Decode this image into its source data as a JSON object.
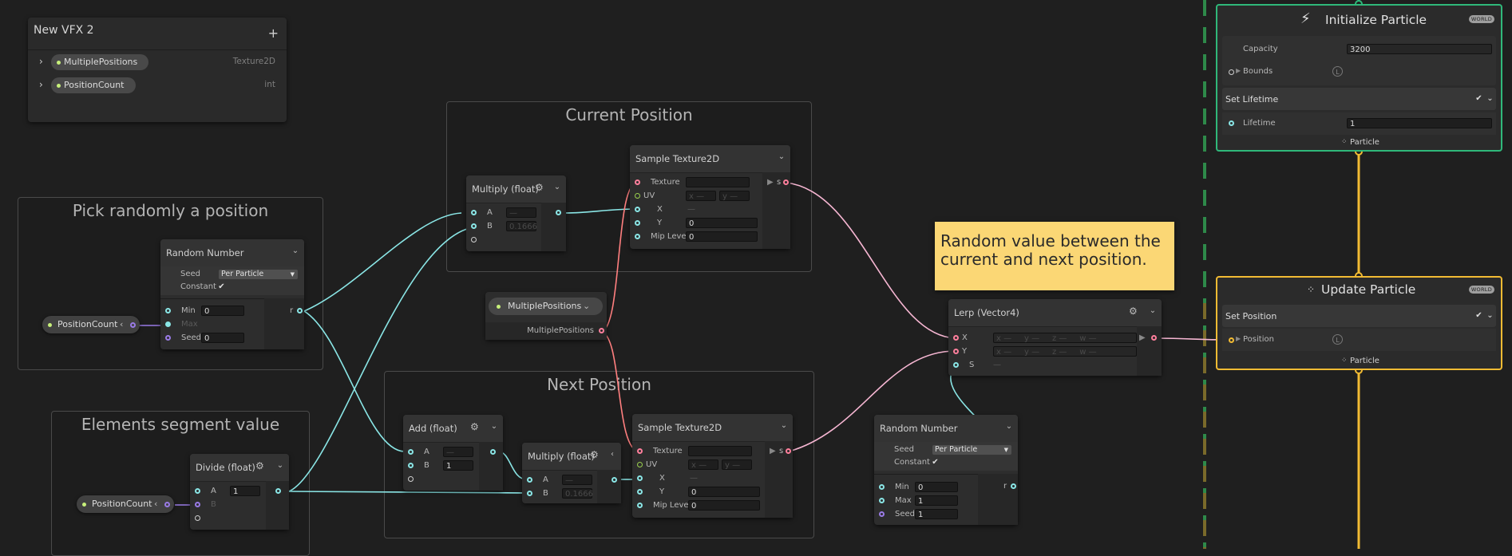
{
  "blackboard": {
    "title": "New VFX 2",
    "add_label": "+",
    "properties": [
      {
        "name": "MultiplePositions",
        "type": "Texture2D"
      },
      {
        "name": "PositionCount",
        "type": "int"
      }
    ]
  },
  "groups": {
    "pick": "Pick randomly a position",
    "segment": "Elements segment value",
    "current": "Current Position",
    "next": "Next Position"
  },
  "sticky_note": "Random value between the current and next position.",
  "random1": {
    "title": "Random Number",
    "seed_label": "Seed",
    "seed_value": "Per Particle",
    "constant_label": "Constant",
    "min_label": "Min",
    "min_value": "0",
    "max_label": "Max",
    "seed2_label": "Seed",
    "seed2_value": "0",
    "out_label": "r"
  },
  "random2": {
    "title": "Random Number",
    "seed_label": "Seed",
    "seed_value": "Per Particle",
    "constant_label": "Constant",
    "min_label": "Min",
    "min_value": "0",
    "max_label": "Max",
    "max_value": "1",
    "seed2_label": "Seed",
    "seed2_value": "1",
    "out_label": "r"
  },
  "position_count_pill_1": "PositionCount",
  "position_count_pill_2": "PositionCount",
  "multiple_positions_node": {
    "title": "MultiplePositions",
    "out_label": "MultiplePositions"
  },
  "divide": {
    "title": "Divide (float)",
    "a_label": "A",
    "a_value": "1",
    "b_label": "B"
  },
  "multiply1": {
    "title": "Multiply (float)",
    "a_label": "A",
    "b_label": "B",
    "b_value": "0.1666"
  },
  "multiply2": {
    "title": "Multiply (float)",
    "a_label": "A",
    "b_label": "B",
    "b_value": "0.1666"
  },
  "add": {
    "title": "Add (float)",
    "a_label": "A",
    "b_label": "B",
    "b_value": "1"
  },
  "sample1": {
    "title": "Sample Texture2D",
    "texture_label": "Texture",
    "uv_label": "UV",
    "x_label": "X",
    "y_label": "Y",
    "y_value": "0",
    "mip_label": "Mip Level",
    "mip_value": "0",
    "out_label": "s"
  },
  "sample2": {
    "title": "Sample Texture2D",
    "texture_label": "Texture",
    "uv_label": "UV",
    "x_label": "X",
    "y_label": "Y",
    "y_value": "0",
    "mip_label": "Mip Level",
    "mip_value": "0",
    "out_label": "s"
  },
  "lerp": {
    "title": "Lerp (Vector4)",
    "x_label": "X",
    "y_label": "Y",
    "s_label": "S"
  },
  "initialize": {
    "title": "Initialize Particle",
    "badge": "WORLD",
    "capacity_label": "Capacity",
    "capacity_value": "3200",
    "bounds_label": "Bounds",
    "block_title": "Set Lifetime",
    "lifetime_label": "Lifetime",
    "lifetime_value": "1",
    "footer": "Particle"
  },
  "update": {
    "title": "Update Particle",
    "badge": "WORLD",
    "block_title": "Set Position",
    "position_label": "Position",
    "footer": "Particle"
  },
  "colors": {
    "float_wire": "#8ae6e6",
    "vector4_wire": "#f6b6d2",
    "texture_wire": "#ff7f7f",
    "flow": "#f2bb33",
    "spawn_context": "#2fb87a",
    "sticky": "#fbd775"
  },
  "icons": [
    "chevron-right-icon",
    "chevron-down-icon",
    "gear-icon",
    "lightning-icon",
    "particle-icon",
    "local-space-icon",
    "check-icon"
  ]
}
